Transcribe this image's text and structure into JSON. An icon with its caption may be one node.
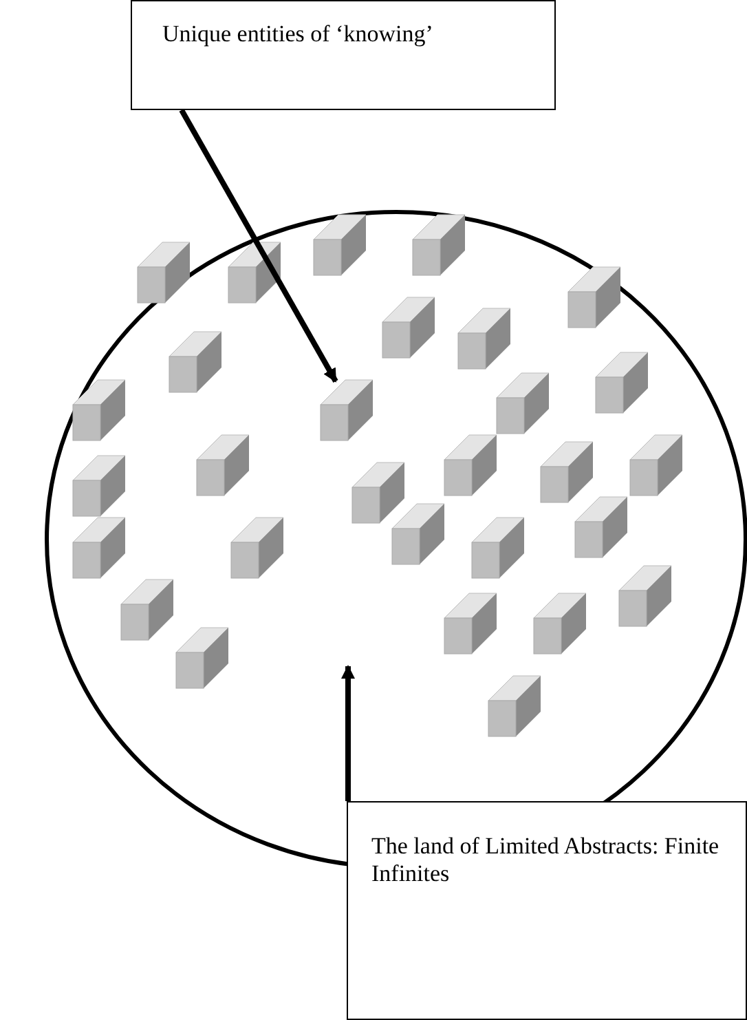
{
  "diagram": {
    "nodes": [
      {
        "text": [
          "Unique entities of ‘knowing’"
        ]
      },
      {
        "text": [],
        "shape": "ellipse"
      },
      {
        "text": [],
        "shape": "box",
        "in": 1
      },
      {
        "text": [
          "The land of Limited Abstracts: Finite Infinites"
        ]
      }
    ],
    "edges": [
      {
        "from": 0,
        "to": 2,
        "arrow": "to"
      },
      {
        "from": 3,
        "to": null,
        "arrow": "to"
      }
    ]
  }
}
